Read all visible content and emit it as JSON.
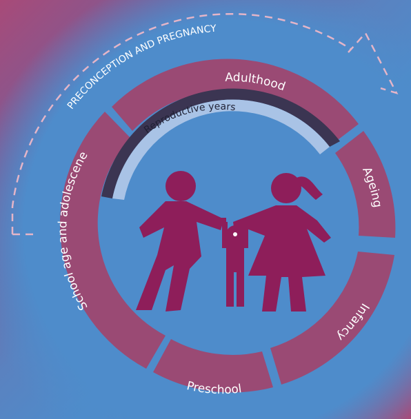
{
  "arc_label": "PRECONCEPTION AND PREGNANCY",
  "reproductive_label": "Reproductive years",
  "segments": {
    "adulthood": "Adulthood",
    "ageing": "Ageing",
    "infancy": "Infancy",
    "preschool": "Preschool",
    "school": "School age and adolescene"
  },
  "colors": {
    "background": "#4e8ccb",
    "segment": "#9a4a74",
    "figure": "#8e1e5a",
    "reproductive_light": "#a9c3e6",
    "reproductive_dark": "#3b3552",
    "dashed_arrow": "#e4b5c8"
  },
  "icons": [
    "family-icon"
  ]
}
